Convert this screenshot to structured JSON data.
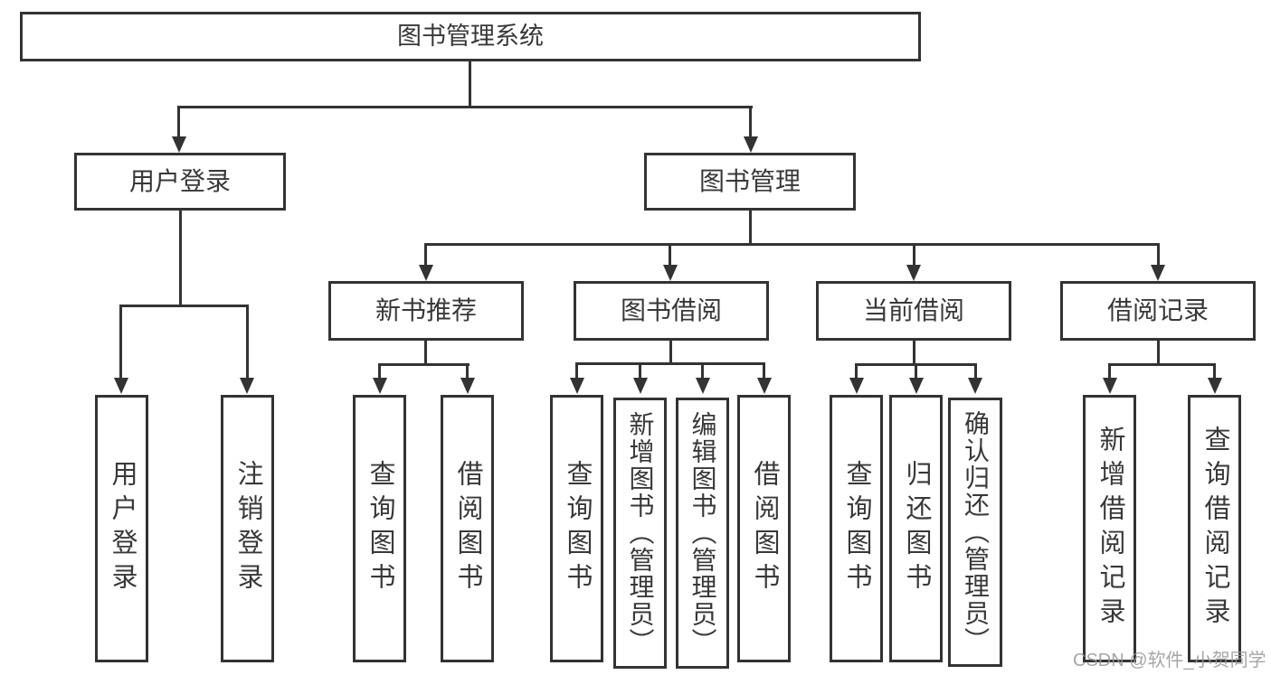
{
  "diagram": {
    "type": "functional-structure-tree",
    "tree": {
      "root": {
        "label": "图书管理系统"
      },
      "level2": [
        {
          "label": "用户登录"
        },
        {
          "label": "图书管理"
        }
      ],
      "level3": [
        {
          "label": "新书推荐"
        },
        {
          "label": "图书借阅"
        },
        {
          "label": "当前借阅"
        },
        {
          "label": "借阅记录"
        }
      ],
      "leaves": {
        "user_login": [
          "用户登录",
          "注销登录"
        ],
        "new_book_recommend": [
          "查询图书",
          "借阅图书"
        ],
        "book_borrow": [
          "查询图书",
          "新增图书（管理员）",
          "编辑图书（管理员）",
          "借阅图书"
        ],
        "current_borrow": [
          "查询图书",
          "归还图书",
          "确认归还（管理员）"
        ],
        "borrow_records": [
          "新增借阅记录",
          "查询借阅记录"
        ]
      }
    },
    "colors": {
      "line": "#333333",
      "text": "#383838",
      "background": "#ffffff",
      "watermark": "#969696"
    }
  },
  "watermark": {
    "text": "CSDN @软件_小贺同学"
  }
}
